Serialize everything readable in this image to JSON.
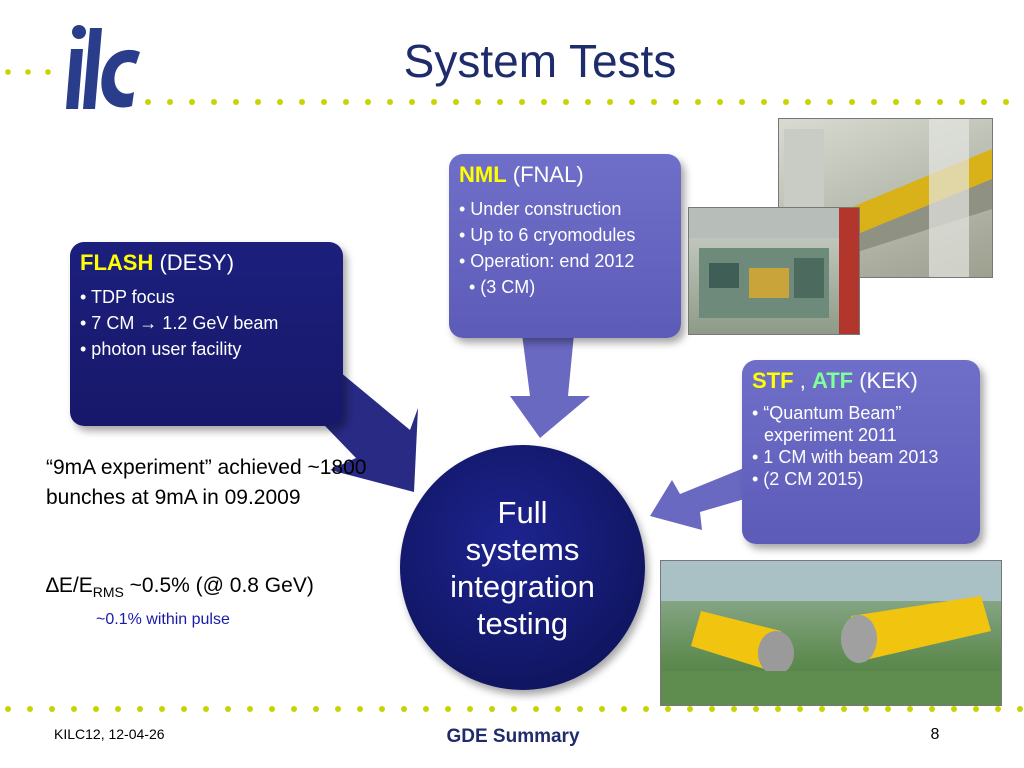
{
  "slide": {
    "title": "System Tests",
    "logo_text": "ilc"
  },
  "flash_box": {
    "name": "FLASH",
    "location": "(DESY)",
    "items": [
      "• TDP focus",
      "• 7 CM → 1.2 GeV beam",
      "• photon user facility"
    ]
  },
  "nml_box": {
    "name": "NML",
    "location": "(FNAL)",
    "items": [
      "• Under construction",
      "• Up to 6 cryomodules",
      "• Operation: end 2012",
      "• (3 CM)"
    ]
  },
  "stf_box": {
    "name1": "STF",
    "separator": ",",
    "name2": "ATF",
    "location": "(KEK)",
    "items": [
      "• “Quantum Beam” experiment 2011",
      "• 1 CM with beam 2013",
      "• (2 CM 2015)"
    ]
  },
  "center": {
    "text": "Full systems integration testing"
  },
  "notes": {
    "experiment": "“9mA experiment” achieved ~1800 bunches at 9mA in 09.2009",
    "formula_prefix": "∆E/E",
    "formula_sub": "RMS",
    "formula_suffix": " ~0.5% (@ 0.8 GeV)",
    "within_pulse": "~0.1% within pulse"
  },
  "footer": {
    "left": "KILC12, 12-04-26",
    "center": "GDE Summary",
    "page": "8"
  },
  "colors": {
    "title": "#1f2c6b",
    "dots": "#c8d400",
    "dark_box": "#1c1f7d",
    "light_box": "#6f6fc9",
    "arrow_dark": "#1c1f7d",
    "arrow_light": "#6a69c2",
    "highlight_yellow": "#ffff00",
    "highlight_green": "#7fff9a"
  }
}
